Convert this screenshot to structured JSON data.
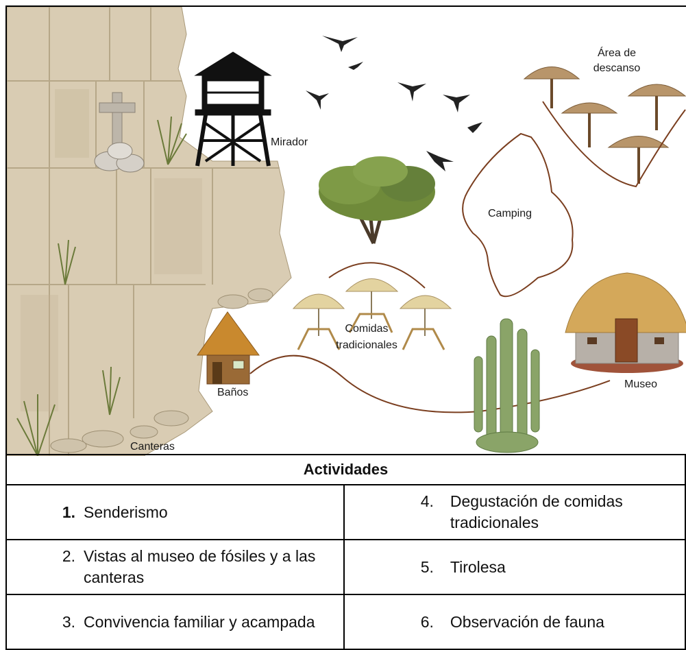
{
  "map": {
    "labels": {
      "mirador": "Mirador",
      "area_descanso_1": "Área de",
      "area_descanso_2": "descanso",
      "camping": "Camping",
      "comidas_1": "Comidas",
      "comidas_2": "tradicionales",
      "banos": "Baños",
      "museo": "Museo",
      "canteras": "Canteras"
    },
    "colors": {
      "path": "#7a3e1f",
      "rock": "#d8ccb4",
      "thatch": "#c9a35a",
      "tower": "#111111"
    }
  },
  "activities": {
    "header": "Actividades",
    "rows": [
      {
        "left_num": "1.",
        "left": "Senderismo",
        "right_num": "4.",
        "right": "Degustación de comidas tradicionales"
      },
      {
        "left_num": "2.",
        "left": "Vistas al museo de fósiles y a las canteras",
        "right_num": "5.",
        "right": "Tirolesa"
      },
      {
        "left_num": "3.",
        "left": "Convivencia familiar y acampada",
        "right_num": "6.",
        "right": "Observación de fauna"
      }
    ]
  }
}
